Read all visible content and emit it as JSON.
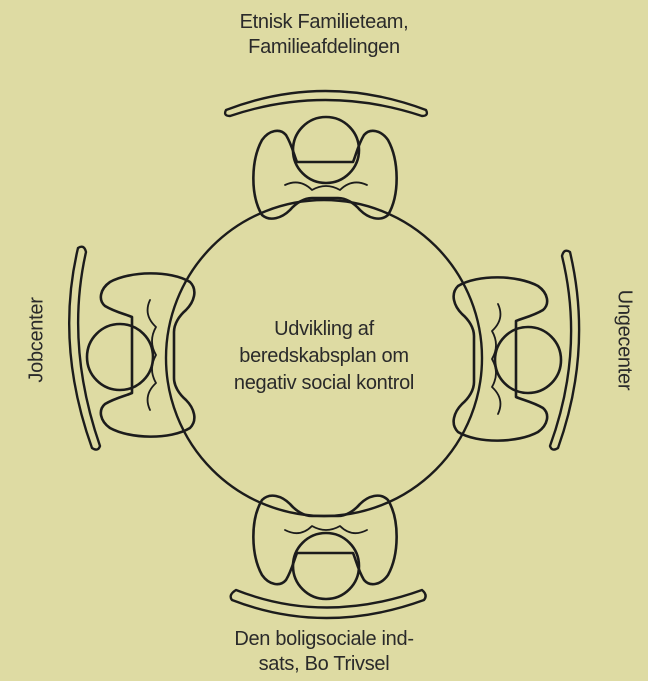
{
  "colors": {
    "background": "#dedba3",
    "stroke": "#1c1c1c",
    "text": "#2a2a2a"
  },
  "diagram": {
    "center": {
      "lines": [
        "Udvikling af",
        "beredskabsplan om",
        "negativ social kontrol"
      ]
    },
    "participants": {
      "top": {
        "lines": [
          "Etnisk Familieteam,",
          "Familieafdelingen"
        ]
      },
      "bottom": {
        "lines": [
          "Den boligsociale ind-",
          "sats, Bo Trivsel"
        ]
      },
      "left": {
        "label": "Jobcenter"
      },
      "right": {
        "label": "Ungecenter"
      }
    }
  }
}
